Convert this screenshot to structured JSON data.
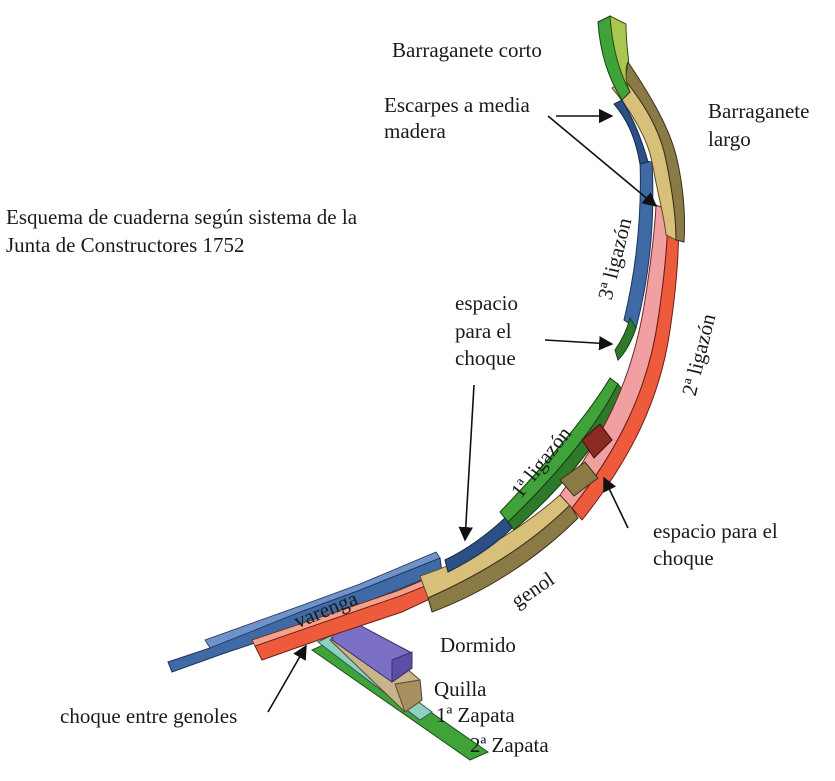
{
  "title": {
    "line1": "Esquema de cuaderna según sistema de la",
    "line2": "Junta de Constructores 1752"
  },
  "labels": {
    "barraganete_corto": "Barraganete corto",
    "escarpes_line1": "Escarpes a media",
    "escarpes_line2": "madera",
    "barraganete_largo_line1": "Barraganete",
    "barraganete_largo_line2": "largo",
    "ligazon3": "3ª ligazón",
    "ligazon2": "2ª ligazón",
    "ligazon1": "1ª ligazón",
    "espacio_line1": "espacio",
    "espacio_line2": "para el",
    "espacio_line3": "choque",
    "espacio2_line1": "espacio para el",
    "espacio2_line2": "choque",
    "genol": "genol",
    "varenga": "varenga",
    "dormido": "Dormido",
    "quilla": "Quilla",
    "zapata1": "1ª Zapata",
    "zapata2": "2ª Zapata",
    "choque_genoles": "choque entre genoles"
  },
  "colors": {
    "blue": "#3f6aa6",
    "dark_blue": "#2c4f85",
    "olive": "#8a7a45",
    "tan": "#d8c07a",
    "green": "#3fa33a",
    "dark_green": "#2f7a2a",
    "pink": "#f0a0a0",
    "red_orange": "#ee5a3c",
    "salmon": "#f3a08c",
    "purple": "#7a6fc4",
    "dark_red": "#8a2a22",
    "keel_tan": "#c8b48a",
    "shoe_teal": "#8fd0c0"
  }
}
